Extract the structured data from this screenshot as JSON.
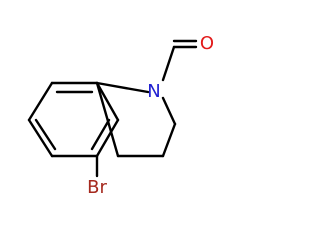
{
  "molecule": {
    "atoms": {
      "nitrogen": "N",
      "oxygen": "O",
      "bromine": "Br"
    },
    "colors": {
      "bond": "#000000",
      "nitrogen": "#1f1fd1",
      "oxygen": "#e21b1b",
      "bromine": "#a5291e"
    }
  }
}
